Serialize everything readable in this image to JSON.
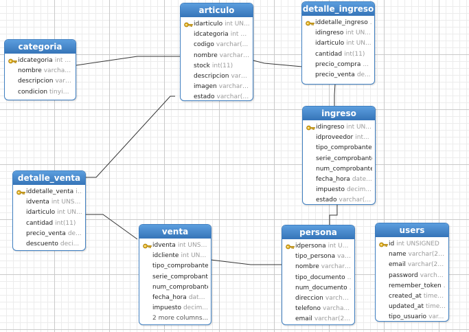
{
  "entities": {
    "articulo": {
      "title": "articulo",
      "columns": [
        {
          "name": "idarticulo",
          "type": "int UN...",
          "key": true
        },
        {
          "name": "idcategoria",
          "type": "int U..."
        },
        {
          "name": "codigo",
          "type": "varchar(..."
        },
        {
          "name": "nombre",
          "type": "varchar(..."
        },
        {
          "name": "stock",
          "type": "int(11)"
        },
        {
          "name": "descripcion",
          "type": "varc..."
        },
        {
          "name": "imagen",
          "type": "varchar(..."
        },
        {
          "name": "estado",
          "type": "varchar(2..."
        }
      ]
    },
    "detalle_ingreso": {
      "title": "detalle_ingreso",
      "columns": [
        {
          "name": "iddetalle_ingreso",
          "type": "...",
          "key": true
        },
        {
          "name": "idingreso",
          "type": "int UN..."
        },
        {
          "name": "idarticulo",
          "type": "int UN..."
        },
        {
          "name": "cantidad",
          "type": "int(11)"
        },
        {
          "name": "precio_compra",
          "type": "..."
        },
        {
          "name": "precio_venta",
          "type": "de..."
        }
      ]
    },
    "categoria": {
      "title": "categoria",
      "columns": [
        {
          "name": "idcategoria",
          "type": "int U...",
          "key": true
        },
        {
          "name": "nombre",
          "type": "varchar(..."
        },
        {
          "name": "descripcion",
          "type": "varc..."
        },
        {
          "name": "condicion",
          "type": "tinyint..."
        }
      ]
    },
    "ingreso": {
      "title": "ingreso",
      "columns": [
        {
          "name": "idingreso",
          "type": "int UN...",
          "key": true
        },
        {
          "name": "idproveedor",
          "type": "int..."
        },
        {
          "name": "tipo_comprobante",
          "type": ""
        },
        {
          "name": "serie_comprobante",
          "type": ""
        },
        {
          "name": "num_comprobante",
          "type": ""
        },
        {
          "name": "fecha_hora",
          "type": "date..."
        },
        {
          "name": "impuesto",
          "type": "decim..."
        },
        {
          "name": "estado",
          "type": "varchar(2..."
        }
      ]
    },
    "detalle_venta": {
      "title": "detalle_venta",
      "columns": [
        {
          "name": "iddetalle_venta",
          "type": "i...",
          "key": true
        },
        {
          "name": "idventa",
          "type": "int UNSIG..."
        },
        {
          "name": "idarticulo",
          "type": "int UN..."
        },
        {
          "name": "cantidad",
          "type": "int(11)"
        },
        {
          "name": "precio_venta",
          "type": "de..."
        },
        {
          "name": "descuento",
          "type": "deci..."
        }
      ]
    },
    "venta": {
      "title": "venta",
      "columns": [
        {
          "name": "idventa",
          "type": "int UNSI...",
          "key": true
        },
        {
          "name": "idcliente",
          "type": "int UNS..."
        },
        {
          "name": "tipo_comprobante",
          "type": ""
        },
        {
          "name": "serie_comprobante",
          "type": ""
        },
        {
          "name": "num_comprobante",
          "type": ""
        },
        {
          "name": "fecha_hora",
          "type": "date..."
        },
        {
          "name": "impuesto",
          "type": "decim..."
        }
      ],
      "more": "2 more columns..."
    },
    "persona": {
      "title": "persona",
      "columns": [
        {
          "name": "idpersona",
          "type": "int U...",
          "key": true
        },
        {
          "name": "tipo_persona",
          "type": "var..."
        },
        {
          "name": "nombre",
          "type": "varchar(..."
        },
        {
          "name": "tipo_documento",
          "type": "..."
        },
        {
          "name": "num_documento",
          "type": "..."
        },
        {
          "name": "direccion",
          "type": "varcha..."
        },
        {
          "name": "telefono",
          "type": "varcha..."
        },
        {
          "name": "email",
          "type": "varchar(25..."
        }
      ]
    },
    "users": {
      "title": "users",
      "columns": [
        {
          "name": "id",
          "type": "int UNSIGNED",
          "key": true
        },
        {
          "name": "name",
          "type": "varchar(25..."
        },
        {
          "name": "email",
          "type": "varchar(25..."
        },
        {
          "name": "password",
          "type": "varcha..."
        },
        {
          "name": "remember_token",
          "type": "..."
        },
        {
          "name": "created_at",
          "type": "times..."
        },
        {
          "name": "updated_at",
          "type": "time..."
        },
        {
          "name": "tipo_usuario",
          "type": "var..."
        }
      ]
    }
  },
  "colors": {
    "header": "#3a7cc2",
    "border": "#3e7ec0",
    "key": "#e6b422",
    "link": "#333333"
  }
}
